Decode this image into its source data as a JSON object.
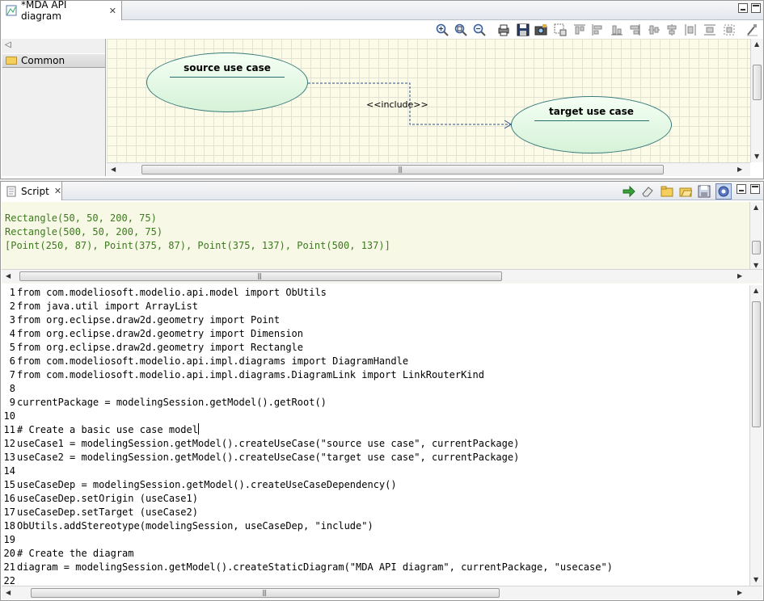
{
  "editor": {
    "tab_title": "*MDA API diagram",
    "palette": {
      "drawer_label": "Common"
    },
    "diagram": {
      "source_use_case": "source use case",
      "target_use_case": "target use case",
      "dependency_label": "<<include>>"
    },
    "toolbar_icons": [
      "zoom-in-icon",
      "zoom-fit-icon",
      "zoom-out-icon",
      "print-icon",
      "save-icon",
      "camera-icon",
      "image-export-icon",
      "align-top-icon",
      "align-left-icon",
      "align-bottom-icon",
      "align-middle-icon",
      "align-center-icon",
      "distribute-icon",
      "distribute-vertical-icon",
      "match-size-icon",
      "properties-icon"
    ]
  },
  "script": {
    "tab_title": "Script",
    "toolbar_icons": [
      "run-icon",
      "clear-icon",
      "open-folder-icon",
      "open-file-icon",
      "save-icon",
      "debug-icon"
    ],
    "output_lines": [
      "Rectangle(50, 50, 200, 75)",
      "Rectangle(500, 50, 200, 75)",
      "[Point(250, 87), Point(375, 87), Point(375, 137), Point(500, 137)]"
    ],
    "code_lines": [
      {
        "n": "1",
        "text": "from com.modeliosoft.modelio.api.model import ObUtils"
      },
      {
        "n": "2",
        "text": "from java.util import ArrayList"
      },
      {
        "n": "3",
        "text": "from org.eclipse.draw2d.geometry import Point"
      },
      {
        "n": "4",
        "text": "from org.eclipse.draw2d.geometry import Dimension"
      },
      {
        "n": "5",
        "text": "from org.eclipse.draw2d.geometry import Rectangle"
      },
      {
        "n": "6",
        "text": "from com.modeliosoft.modelio.api.impl.diagrams import DiagramHandle"
      },
      {
        "n": "7",
        "text": "from com.modeliosoft.modelio.api.impl.diagrams.DiagramLink import LinkRouterKind"
      },
      {
        "n": "8",
        "text": ""
      },
      {
        "n": "9",
        "text": "currentPackage = modelingSession.getModel().getRoot()"
      },
      {
        "n": "10",
        "text": ""
      },
      {
        "n": "11",
        "text": "# Create a basic use case model"
      },
      {
        "n": "12",
        "text": "useCase1 = modelingSession.getModel().createUseCase(\"source use case\", currentPackage)"
      },
      {
        "n": "13",
        "text": "useCase2 = modelingSession.getModel().createUseCase(\"target use case\", currentPackage)"
      },
      {
        "n": "14",
        "text": ""
      },
      {
        "n": "15",
        "text": "useCaseDep = modelingSession.getModel().createUseCaseDependency()"
      },
      {
        "n": "16",
        "text": "useCaseDep.setOrigin (useCase1)"
      },
      {
        "n": "17",
        "text": "useCaseDep.setTarget (useCase2)"
      },
      {
        "n": "18",
        "text": "ObUtils.addStereotype(modelingSession, useCaseDep, \"include\")"
      },
      {
        "n": "19",
        "text": ""
      },
      {
        "n": "20",
        "text": "# Create the diagram"
      },
      {
        "n": "21",
        "text": "diagram = modelingSession.getModel().createStaticDiagram(\"MDA API diagram\", currentPackage, \"usecase\")"
      },
      {
        "n": "22",
        "text": ""
      }
    ]
  },
  "colors": {
    "canvas_bg": "#fbfbe8",
    "usecase_fill": "#d6f2d8",
    "output_text": "#3b7a1e",
    "output_bg": "#f8f8e6"
  }
}
